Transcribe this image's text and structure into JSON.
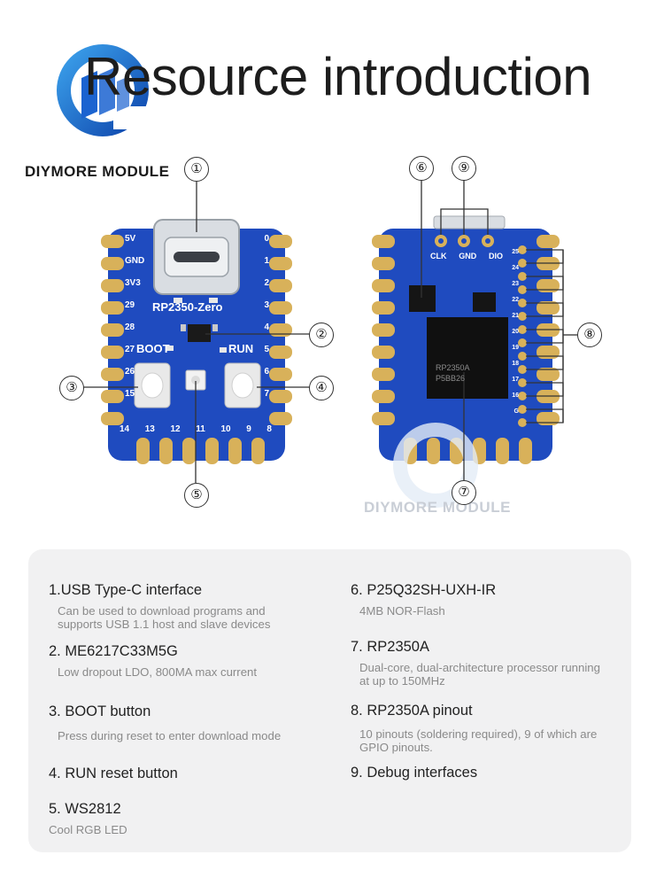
{
  "title": "Resource introduction",
  "brand": "DIYMORE MODULE",
  "watermark": "DIYMORE MODULE",
  "colors": {
    "pcb": "#1f4bbf",
    "pcb_dark": "#163a9c",
    "gold": "#d8b15a",
    "panel": "#f1f1f2"
  },
  "front_board": {
    "label": "RP2350-Zero",
    "left_pins": [
      "5V",
      "GND",
      "3V3",
      "29",
      "28",
      "27",
      "26",
      "15"
    ],
    "right_pins": [
      "0",
      "1",
      "2",
      "3",
      "4",
      "5",
      "6",
      "7"
    ],
    "bottom_pins": [
      "14",
      "13",
      "12",
      "11",
      "10",
      "9",
      "8"
    ],
    "boot": "BOOT",
    "run": "RUN"
  },
  "back_board": {
    "debug_pins": [
      "CLK",
      "GND",
      "DIO"
    ],
    "pin_labels": [
      "25",
      "24",
      "23",
      "22",
      "21",
      "20",
      "19",
      "18",
      "17",
      "16",
      "G"
    ],
    "chip_line1": "RP2350A",
    "chip_line2": "P5BB26"
  },
  "callouts": [
    "①",
    "②",
    "③",
    "④",
    "⑤",
    "⑥",
    "⑦",
    "⑧",
    "⑨"
  ],
  "features": [
    {
      "title": "1.USB Type-C interface",
      "desc": "Can be used to download programs and\nsupports USB 1.1 host and slave devices"
    },
    {
      "title": "2. ME6217C33M5G",
      "desc": "Low dropout LDO, 800MA max current"
    },
    {
      "title": "3. BOOT button",
      "desc": "Press during reset to enter download mode"
    },
    {
      "title": "4. RUN reset button",
      "desc": ""
    },
    {
      "title": "5. WS2812",
      "desc": "Cool RGB LED"
    },
    {
      "title": "6. P25Q32SH-UXH-IR",
      "desc": "4MB NOR-Flash"
    },
    {
      "title": "7. RP2350A",
      "desc": "Dual-core, dual-architecture processor running\nat up to 150MHz"
    },
    {
      "title": "8. RP2350A pinout",
      "desc": "10 pinouts (soldering required), 9 of which are\nGPIO pinouts."
    },
    {
      "title": "9. Debug interfaces",
      "desc": ""
    }
  ]
}
